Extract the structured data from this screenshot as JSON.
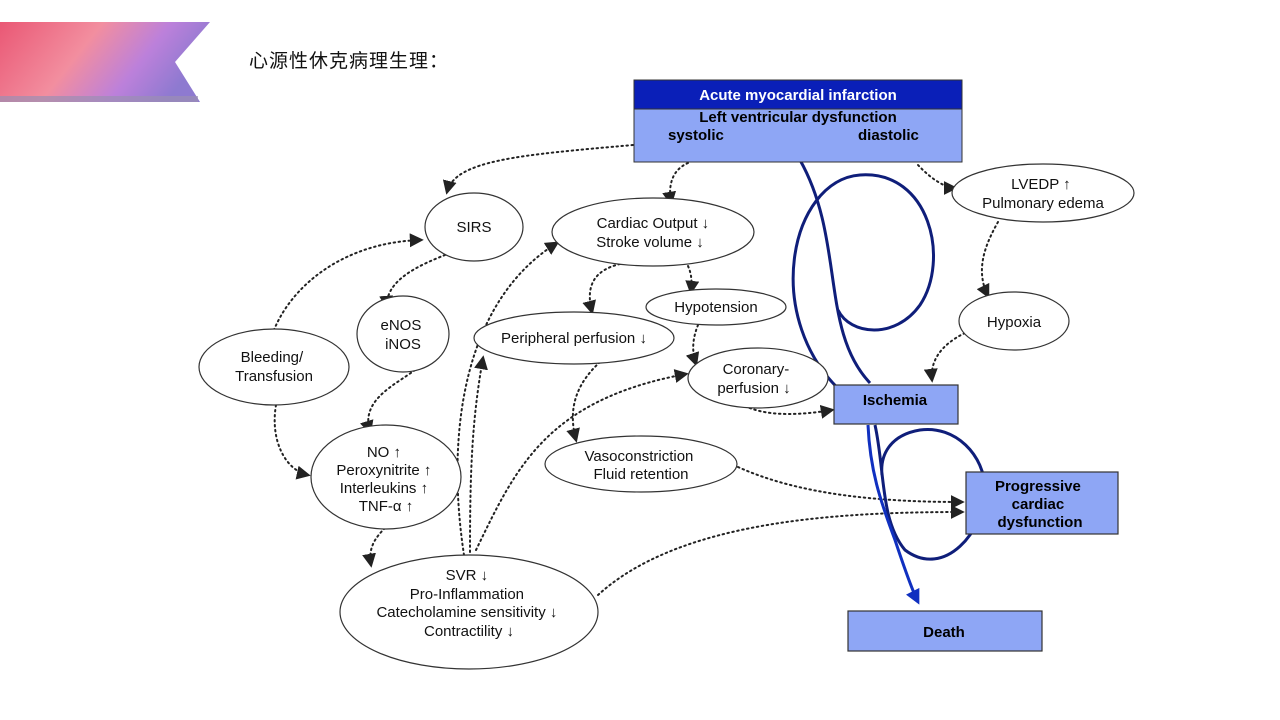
{
  "slide": {
    "title": "心源性休克病理生理："
  },
  "diagram": {
    "header": {
      "title": "Acute myocardial infarction",
      "subtitle": "Left ventricular dysfunction",
      "left_label": "systolic",
      "right_label": "diastolic"
    },
    "nodes": {
      "sirs": [
        "SIRS"
      ],
      "cardiac_output": [
        "Cardiac Output ↓",
        "Stroke volume ↓"
      ],
      "lvedp": [
        "LVEDP ↑",
        "Pulmonary edema"
      ],
      "enos": [
        "eNOS",
        "iNOS"
      ],
      "hypotension": [
        "Hypotension"
      ],
      "peripheral": [
        "Peripheral perfusion ↓"
      ],
      "hypoxia": [
        "Hypoxia"
      ],
      "bleeding": [
        "Bleeding/",
        "Transfusion"
      ],
      "coronary": [
        "Coronary-",
        "perfusion ↓"
      ],
      "no": [
        "NO ↑",
        "Peroxynitrite ↑",
        "Interleukins ↑",
        "TNF-α ↑"
      ],
      "vaso": [
        "Vasoconstriction",
        "Fluid retention"
      ],
      "svr": [
        "SVR ↓",
        "Pro-Inflammation",
        "Catecholamine sensitivity ↓",
        "Contractility ↓"
      ]
    },
    "boxes": {
      "ischemia": [
        "Ischemia"
      ],
      "progressive": [
        "Progressive",
        "cardiac",
        "dysfunction"
      ],
      "death": [
        "Death"
      ]
    },
    "colors": {
      "header_dark": "#0a1fb8",
      "box_fill": "#8ea6f5",
      "loop_stroke": "#0f1e7a",
      "banner": [
        "#e63a5c",
        "#f07a8e",
        "#b06ad4",
        "#7a62c8"
      ]
    }
  }
}
